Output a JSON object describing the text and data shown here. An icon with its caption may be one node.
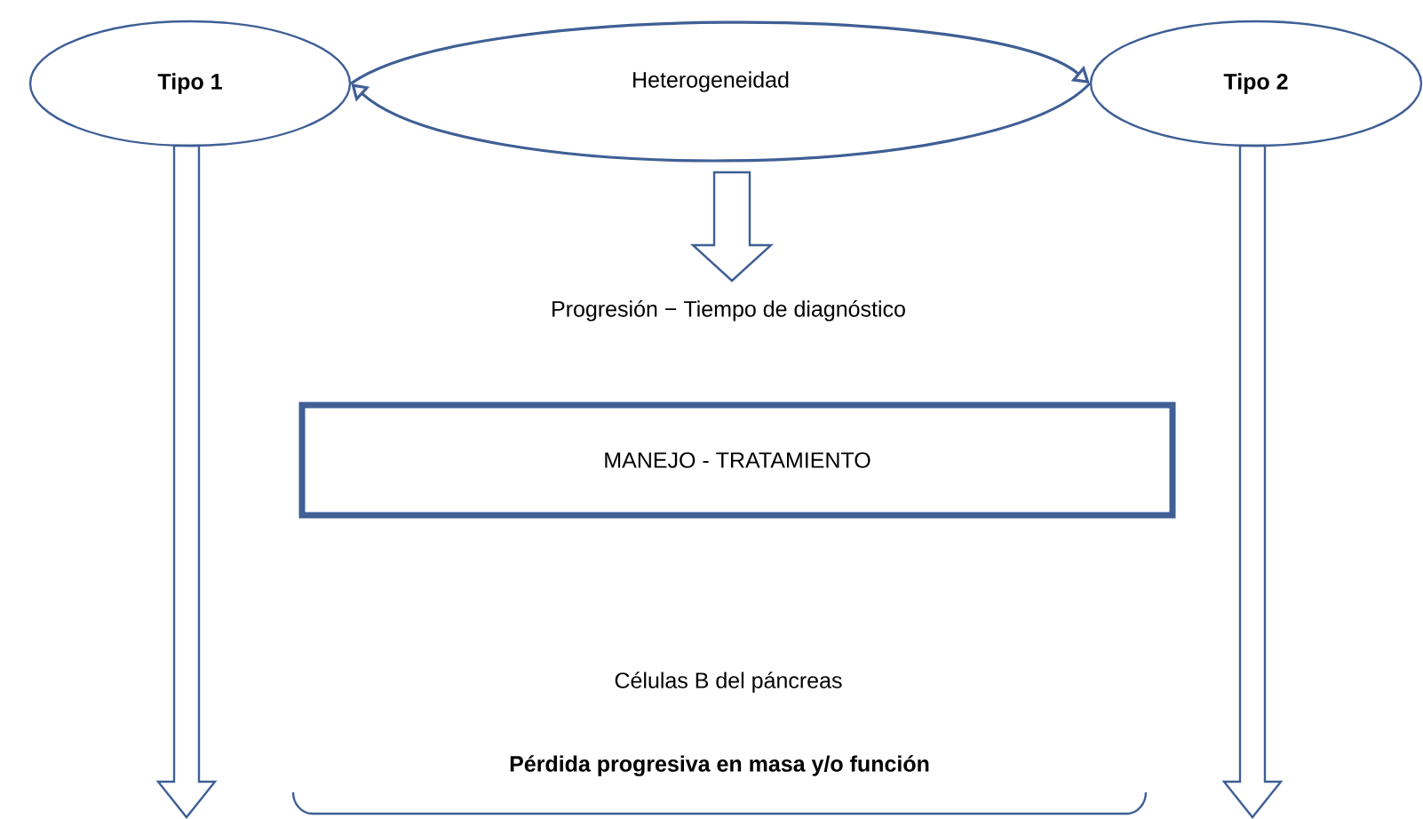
{
  "diagram": {
    "nodes": [
      {
        "text": [
          "Tipo 1"
        ]
      },
      {
        "text": [
          "Heterogeneidad"
        ]
      },
      {
        "text": [
          "Tipo 2"
        ]
      },
      {
        "text": [
          "Progresión − Tiempo de diagnóstico"
        ]
      },
      {
        "text": [
          "MANEJO - TRATAMIENTO"
        ]
      },
      {
        "text": [
          "Células B del páncreas"
        ]
      },
      {
        "text": [
          "Pérdida progresiva en masa y/o función"
        ]
      }
    ],
    "edges": [
      {
        "from": 0,
        "to": 2,
        "arrow": "to"
      },
      {
        "from": 2,
        "to": 0,
        "arrow": "to"
      },
      {
        "from": 1,
        "to": 3,
        "arrow": "to"
      },
      {
        "from": 0,
        "to": null,
        "arrow": "to"
      },
      {
        "from": 2,
        "to": null,
        "arrow": "to"
      }
    ]
  }
}
